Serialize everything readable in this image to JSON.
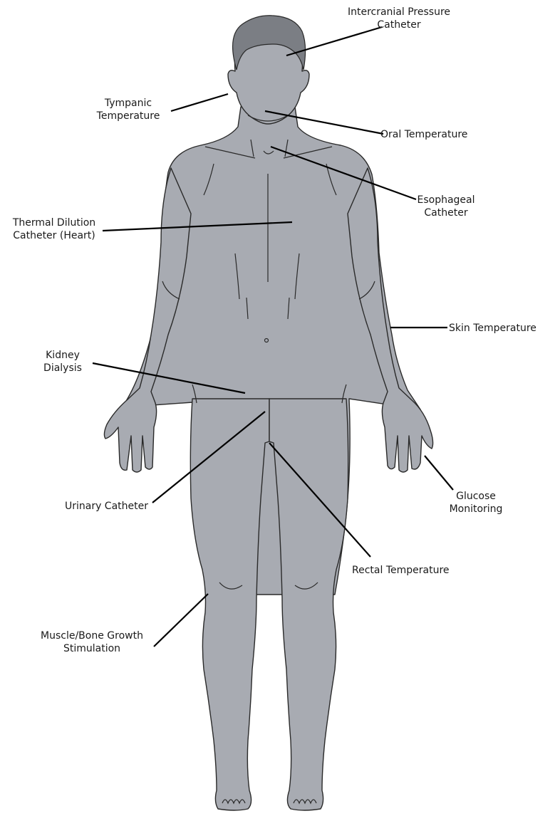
{
  "colors": {
    "body_fill": "#a8abb2",
    "body_stroke": "#2a2a2a",
    "hair": "#7b7e84",
    "leader_line": "#000000"
  },
  "labels": {
    "intercranial": [
      "Intercranial Pressure",
      "Catheter"
    ],
    "tympanic": [
      "Tympanic",
      "Temperature"
    ],
    "oral": [
      "Oral Temperature"
    ],
    "esophageal": [
      "Esophageal",
      "Catheter"
    ],
    "thermal": [
      "Thermal Dilution",
      "Catheter (Heart)"
    ],
    "skin": [
      "Skin Temperature"
    ],
    "kidney": [
      "Kidney",
      "Dialysis"
    ],
    "urinary": [
      "Urinary Catheter"
    ],
    "glucose": [
      "Glucose",
      "Monitoring"
    ],
    "rectal": [
      "Rectal Temperature"
    ],
    "muscle": [
      "Muscle/Bone Growth",
      "Stimulation"
    ]
  }
}
